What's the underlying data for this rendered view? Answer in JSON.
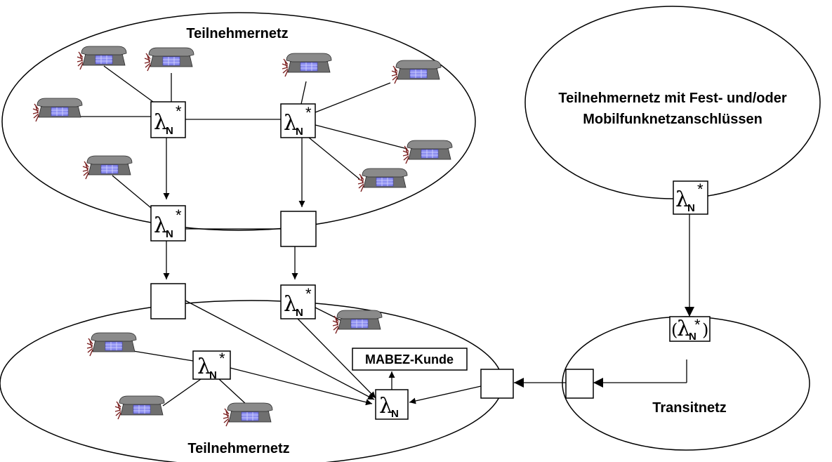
{
  "networks": {
    "top": {
      "label": "Teilnehmernetz"
    },
    "right": {
      "line1": "Teilnehmernetz mit Fest- und/oder",
      "line2": "Mobilfunknetzanschlüssen"
    },
    "transit": {
      "label": "Transitnetz"
    },
    "bottom": {
      "label": "Teilnehmernetz"
    }
  },
  "customer": {
    "label": "MABEZ-Kunde"
  },
  "symbols": {
    "lambda": "λ",
    "sub": "N",
    "star": "*",
    "paren_open": "(",
    "paren_close": ")"
  },
  "colors": {
    "phone_body": "#7a7a7a",
    "phone_keypad": "#8d8ff0",
    "phone_cord": "#7a1f1f"
  },
  "icons": {
    "phone": "telephone-icon"
  }
}
